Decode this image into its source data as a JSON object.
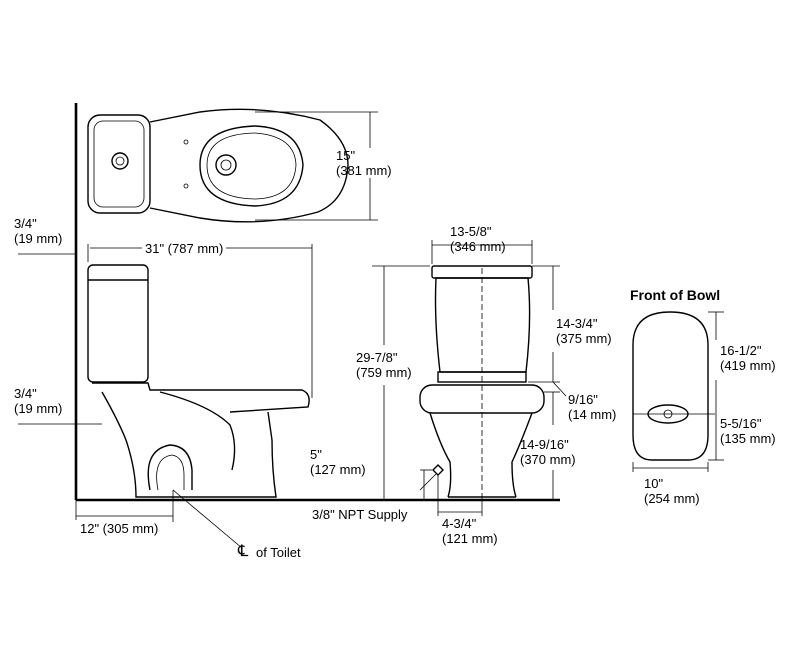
{
  "dimensions": {
    "wall_offset_top": {
      "in": "3/4\"",
      "mm": "(19 mm)"
    },
    "wall_offset_side": {
      "in": "3/4\"",
      "mm": "(19 mm)"
    },
    "bowl_width": {
      "in": "15\"",
      "mm": "(381 mm)"
    },
    "overall_length": "31\" (787 mm)",
    "tank_width": {
      "in": "13-5/8\"",
      "mm": "(346 mm)"
    },
    "overall_height": {
      "in": "29-7/8\"",
      "mm": "(759 mm)"
    },
    "tank_height": {
      "in": "14-3/4\"",
      "mm": "(375 mm)"
    },
    "tank_gap": {
      "in": "9/16\"",
      "mm": "(14 mm)"
    },
    "rim_height": {
      "in": "14-9/16\"",
      "mm": "(370 mm)"
    },
    "supply_height": {
      "in": "5\"",
      "mm": "(127 mm)"
    },
    "supply_offset": {
      "in": "4-3/4\"",
      "mm": "(121 mm)"
    },
    "rough_in": "12\" (305 mm)",
    "bowl_front_length": {
      "in": "16-1/2\"",
      "mm": "(419 mm)"
    },
    "bowl_front_outlet": {
      "in": "5-5/16\"",
      "mm": "(135 mm)"
    },
    "bowl_front_width": {
      "in": "10\"",
      "mm": "(254 mm)"
    }
  },
  "labels": {
    "supply": "3/8\" NPT Supply",
    "centerline_symbol": "℄",
    "centerline": "of Toilet",
    "front_of_bowl": "Front of Bowl"
  }
}
